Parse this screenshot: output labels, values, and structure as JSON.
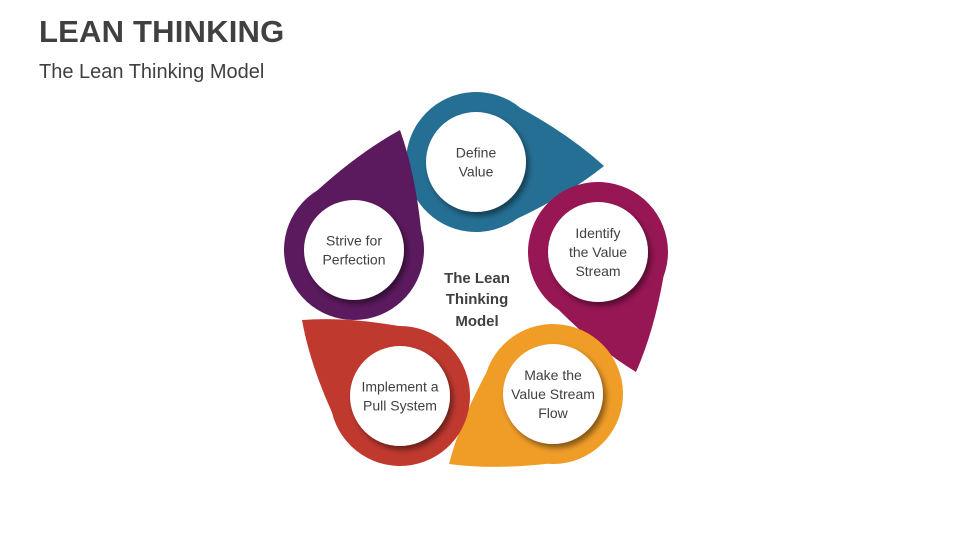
{
  "header": {
    "title": "LEAN THINKING",
    "subtitle": "The Lean Thinking Model"
  },
  "diagram": {
    "center_label": [
      "The Lean",
      "Thinking",
      "Model"
    ],
    "steps": [
      {
        "id": "define-value",
        "lines": [
          "Define",
          "Value"
        ],
        "color": "#256F94"
      },
      {
        "id": "identify-value-stream",
        "lines": [
          "Identify",
          "the Value",
          "Stream"
        ],
        "color": "#971654"
      },
      {
        "id": "make-value-stream-flow",
        "lines": [
          "Make the",
          "Value Stream",
          "Flow"
        ],
        "color": "#F09D28"
      },
      {
        "id": "implement-pull-system",
        "lines": [
          "Implement a",
          "Pull System"
        ],
        "color": "#C0392F"
      },
      {
        "id": "strive-for-perfection",
        "lines": [
          "Strive for",
          "Perfection"
        ],
        "color": "#5B1A5E"
      }
    ]
  }
}
